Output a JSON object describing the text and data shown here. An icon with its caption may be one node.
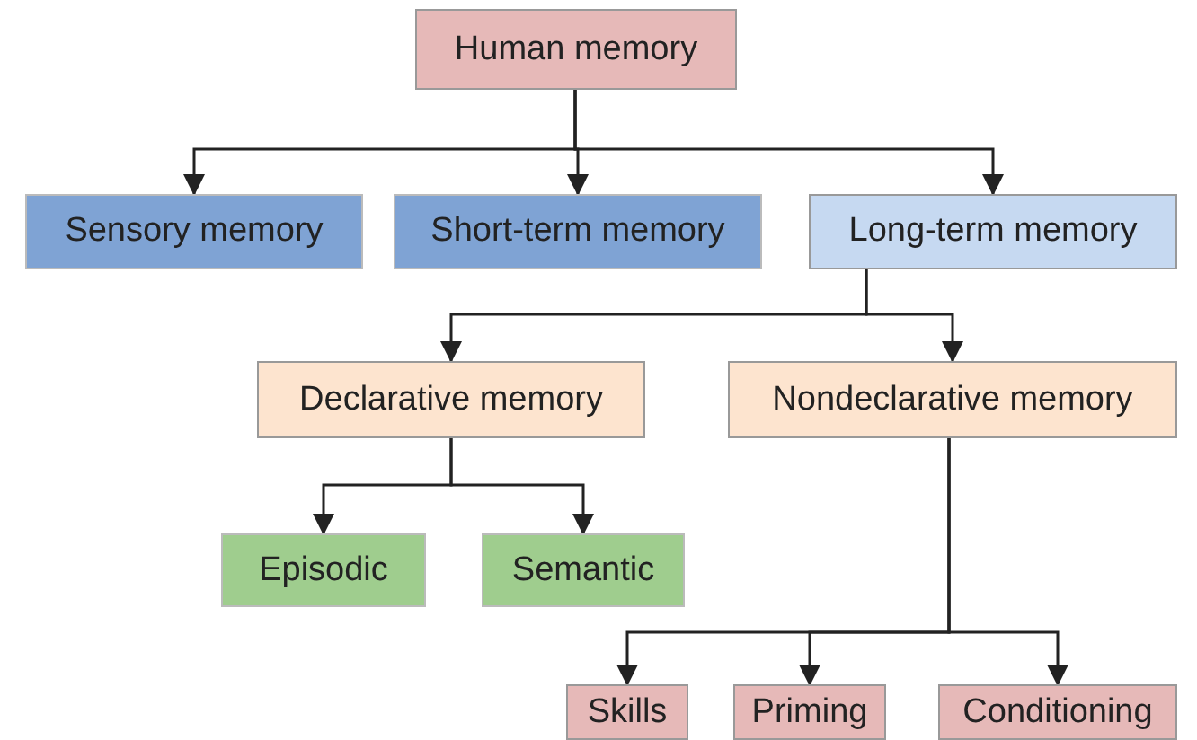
{
  "diagram": {
    "nodes": [
      {
        "text": [
          "Human memory"
        ]
      },
      {
        "text": [
          "Sensory memory"
        ]
      },
      {
        "text": [
          "Short-term memory"
        ]
      },
      {
        "text": [
          "Long-term memory"
        ]
      },
      {
        "text": [
          "Declarative memory"
        ]
      },
      {
        "text": [
          "Nondeclarative memory"
        ]
      },
      {
        "text": [
          "Episodic"
        ]
      },
      {
        "text": [
          "Semantic"
        ]
      },
      {
        "text": [
          "Skills"
        ]
      },
      {
        "text": [
          "Priming"
        ]
      },
      {
        "text": [
          "Conditioning"
        ]
      }
    ],
    "edges": [
      {
        "from": 0,
        "to": 1,
        "arrow": "to"
      },
      {
        "from": 0,
        "to": 2,
        "arrow": "to"
      },
      {
        "from": 0,
        "to": 3,
        "arrow": "to"
      },
      {
        "from": 3,
        "to": 4,
        "arrow": "to"
      },
      {
        "from": 3,
        "to": 5,
        "arrow": "to"
      },
      {
        "from": 4,
        "to": 6,
        "arrow": "to"
      },
      {
        "from": 4,
        "to": 7,
        "arrow": "to"
      },
      {
        "from": 5,
        "to": 8,
        "arrow": "to"
      },
      {
        "from": 5,
        "to": 9,
        "arrow": "to"
      },
      {
        "from": 5,
        "to": 10,
        "arrow": "to"
      }
    ]
  }
}
